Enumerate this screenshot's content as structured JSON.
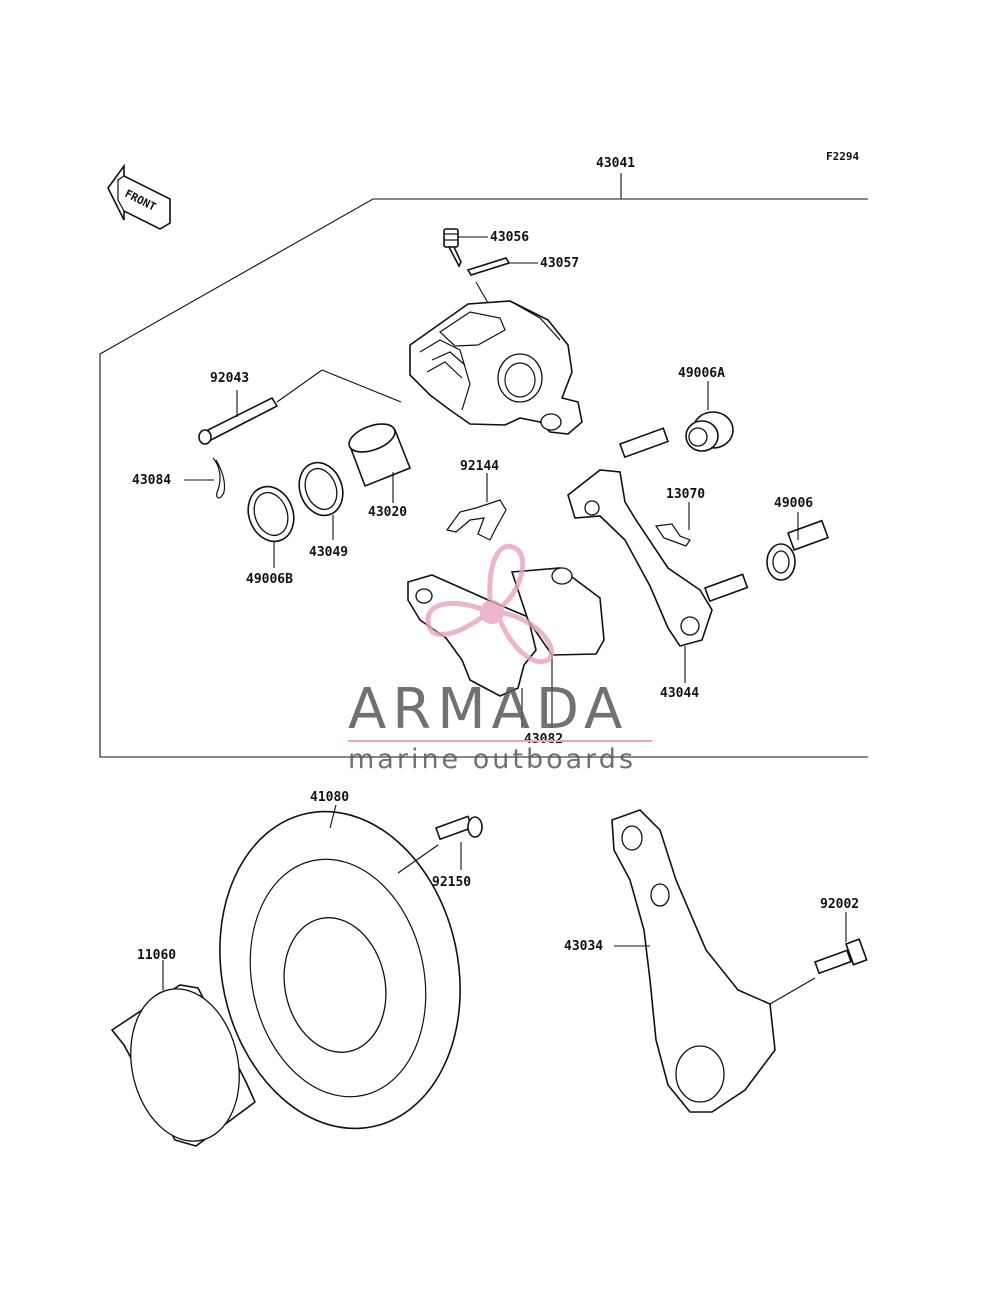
{
  "diagram": {
    "code": "F2294",
    "front_label": "FRONT",
    "parts": {
      "p43041": "43041",
      "p43056": "43056",
      "p43057": "43057",
      "p92043": "92043",
      "p49006A": "49006A",
      "p43084": "43084",
      "p92144": "92144",
      "p43020": "43020",
      "p13070": "13070",
      "p49006": "49006",
      "p43049": "43049",
      "p49006B": "49006B",
      "p43044": "43044",
      "p43082": "43082",
      "p41080": "41080",
      "p92150": "92150",
      "p92002": "92002",
      "p11060": "11060",
      "p43034": "43034"
    }
  },
  "watermark": {
    "brand": "ARMADA",
    "tagline": "marine outboards",
    "logo_color": "#e7a3bf",
    "text_color": "#595959"
  }
}
